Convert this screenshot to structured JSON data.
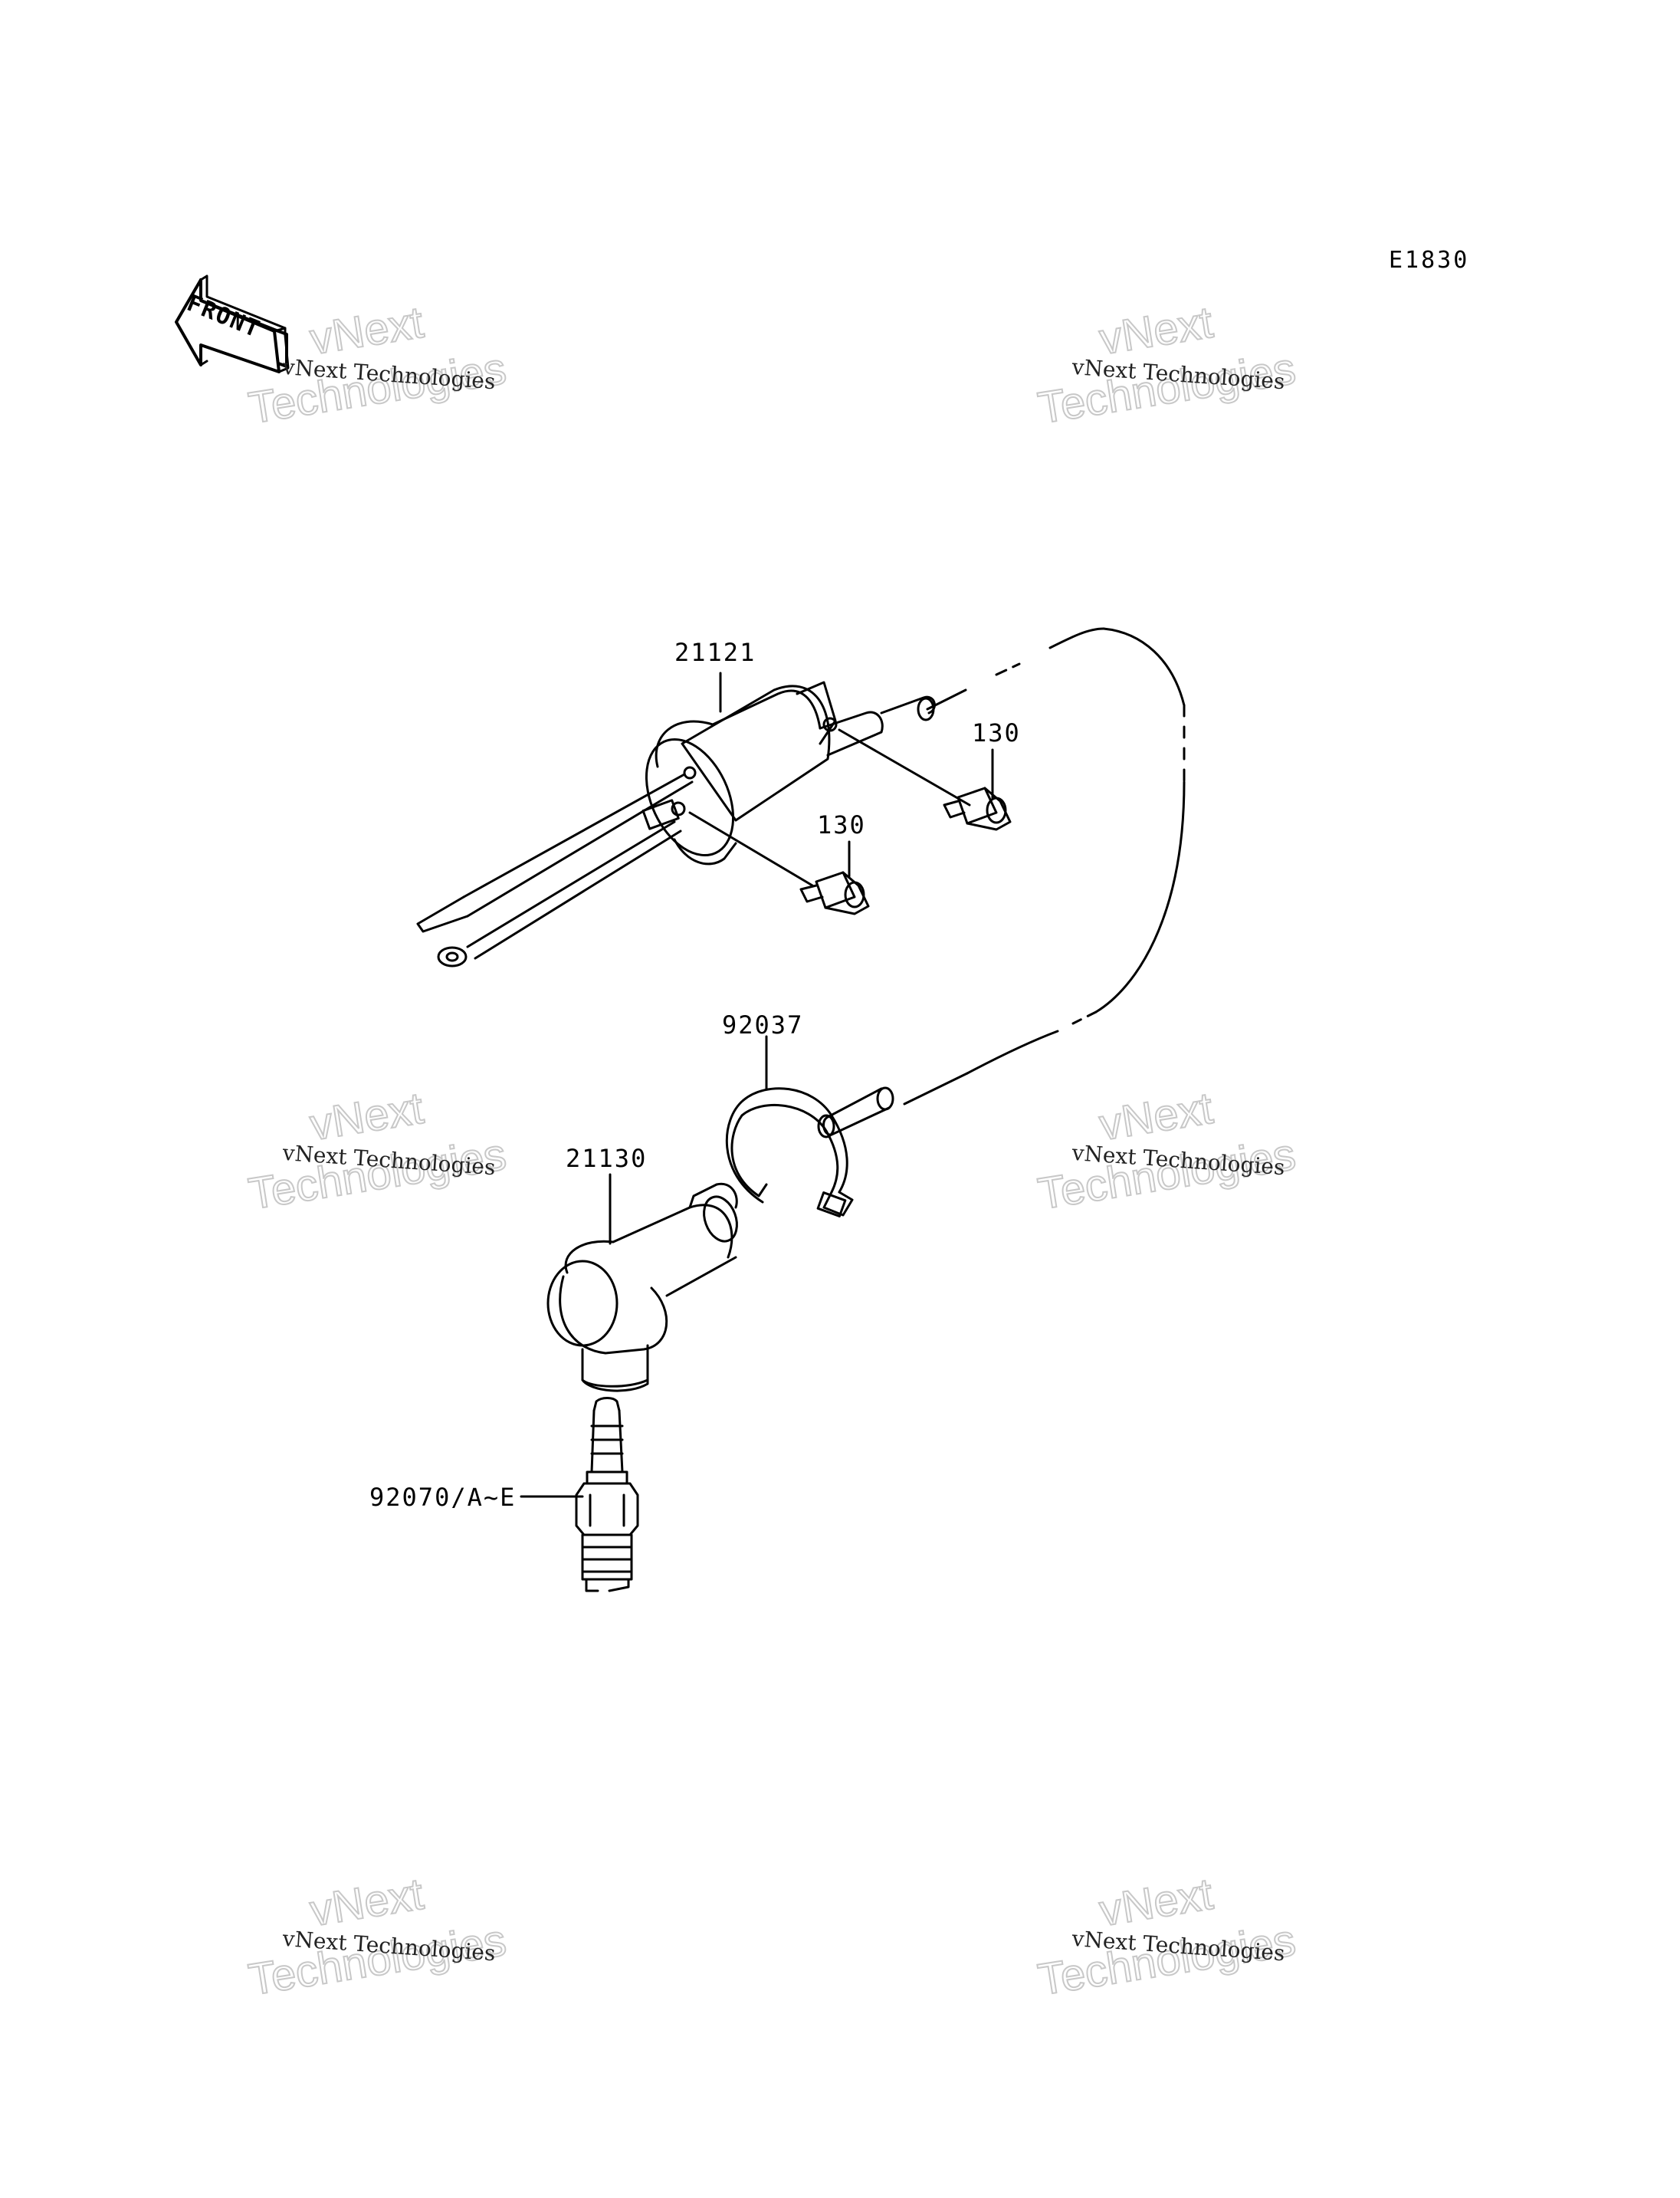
{
  "diagram_code": "E1830",
  "front_arrow": {
    "text": "FRONT"
  },
  "parts": [
    {
      "id": "ignition-coil",
      "number": "21121"
    },
    {
      "id": "coil-bolt-upper",
      "number": "130"
    },
    {
      "id": "coil-bolt-lower",
      "number": "130"
    },
    {
      "id": "band-clamp",
      "number": "92037"
    },
    {
      "id": "plug-cap",
      "number": "21130"
    },
    {
      "id": "spark-plug",
      "number": "92070/A~E"
    }
  ],
  "watermark": {
    "line1": "vNext",
    "line2": "Technologies",
    "caption": "vNext Technologies"
  },
  "colors": {
    "ink": "#000000",
    "watermark_outline": "#c8c8c8",
    "background": "#ffffff"
  }
}
